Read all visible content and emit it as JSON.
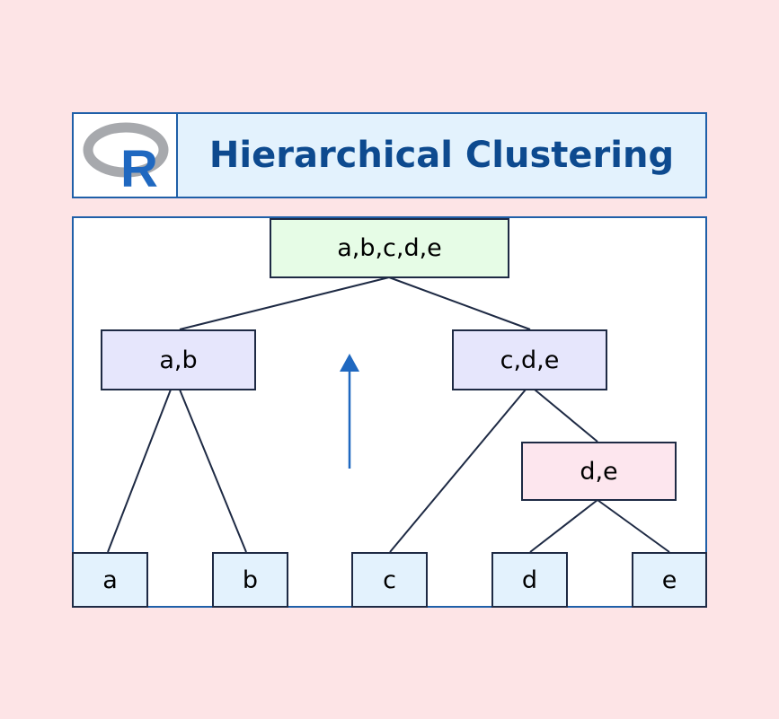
{
  "header": {
    "title": "Hierarchical Clustering",
    "logo_letter": "R"
  },
  "nodes": {
    "root": "a,b,c,d,e",
    "ab": "a,b",
    "cde": "c,d,e",
    "de": "d,e"
  },
  "leaves": [
    "a",
    "b",
    "c",
    "d",
    "e"
  ],
  "colors": {
    "root": "#e6fce6",
    "cluster": "#e6e6fc",
    "de": "#fde6ee",
    "leaf": "#e3f2fd",
    "accent": "#1f5fa8"
  }
}
